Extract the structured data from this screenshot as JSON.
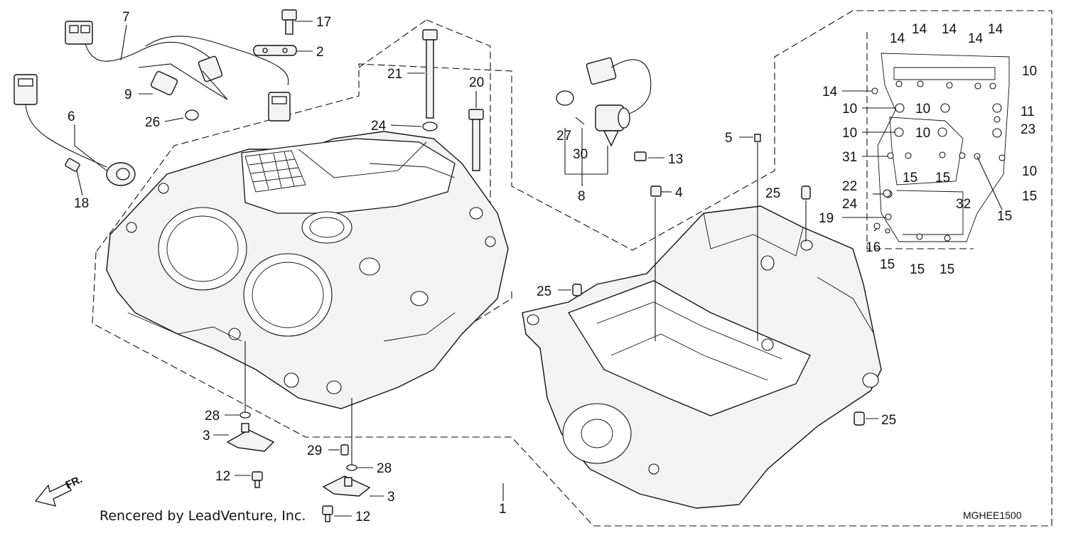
{
  "diagram": {
    "credit": "Rencered by LeadVenture, Inc.",
    "code": "MGHEE1500",
    "direction_label": "FR.",
    "callouts": {
      "c1": "1",
      "c2": "2",
      "c3a": "3",
      "c3b": "3",
      "c4": "4",
      "c5": "5",
      "c6": "6",
      "c7": "7",
      "c8": "8",
      "c9": "9",
      "c10a": "10",
      "c10b": "10",
      "c10c": "10",
      "c10d": "10",
      "c10e": "10",
      "c10f": "10",
      "c11": "11",
      "c12a": "12",
      "c12b": "12",
      "c13": "13",
      "c14a": "14",
      "c14b": "14",
      "c14c": "14",
      "c14d": "14",
      "c14e": "14",
      "c14f": "14",
      "c15a": "15",
      "c15b": "15",
      "c15c": "15",
      "c15d": "15",
      "c15e": "15",
      "c15f": "15",
      "c15g": "15",
      "c16": "16",
      "c17": "17",
      "c18": "18",
      "c19": "19",
      "c20": "20",
      "c21": "21",
      "c22": "22",
      "c23": "23",
      "c24a": "24",
      "c24b": "24",
      "c25a": "25",
      "c25b": "25",
      "c25c": "25",
      "c26": "26",
      "c27": "27",
      "c28a": "28",
      "c28b": "28",
      "c29": "29",
      "c30": "30",
      "c31": "31",
      "c32": "32"
    }
  }
}
